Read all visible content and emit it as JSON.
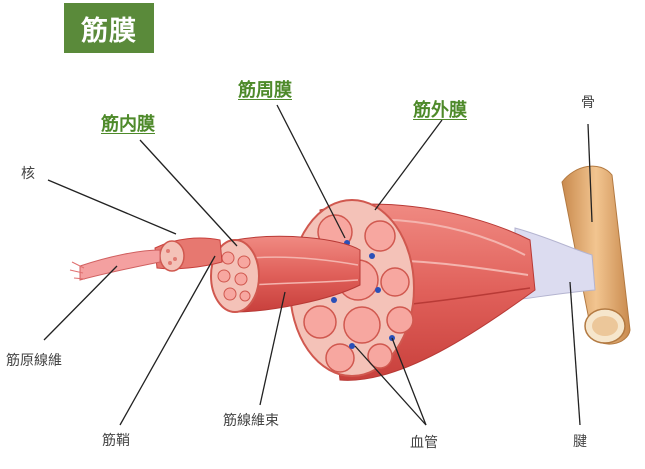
{
  "title": "筋膜",
  "labels": {
    "endomysium": "筋内膜",
    "perimysium": "筋周膜",
    "epimysium": "筋外膜",
    "bone": "骨",
    "nucleus": "核",
    "myofibril": "筋原線維",
    "sheath": "筋鞘",
    "fascicle": "筋線維束",
    "vessel": "血管",
    "tendon": "腱"
  },
  "colors": {
    "title_bg": "#5a8a3a",
    "highlight_label": "#4e8a2a",
    "muscle": "#e0605a",
    "muscle_dark": "#c8403c",
    "muscle_light": "#f4b4ae",
    "bone": "#e8b27a",
    "tendon": "#dcdcf0",
    "vessel": "#2a4fb8"
  }
}
